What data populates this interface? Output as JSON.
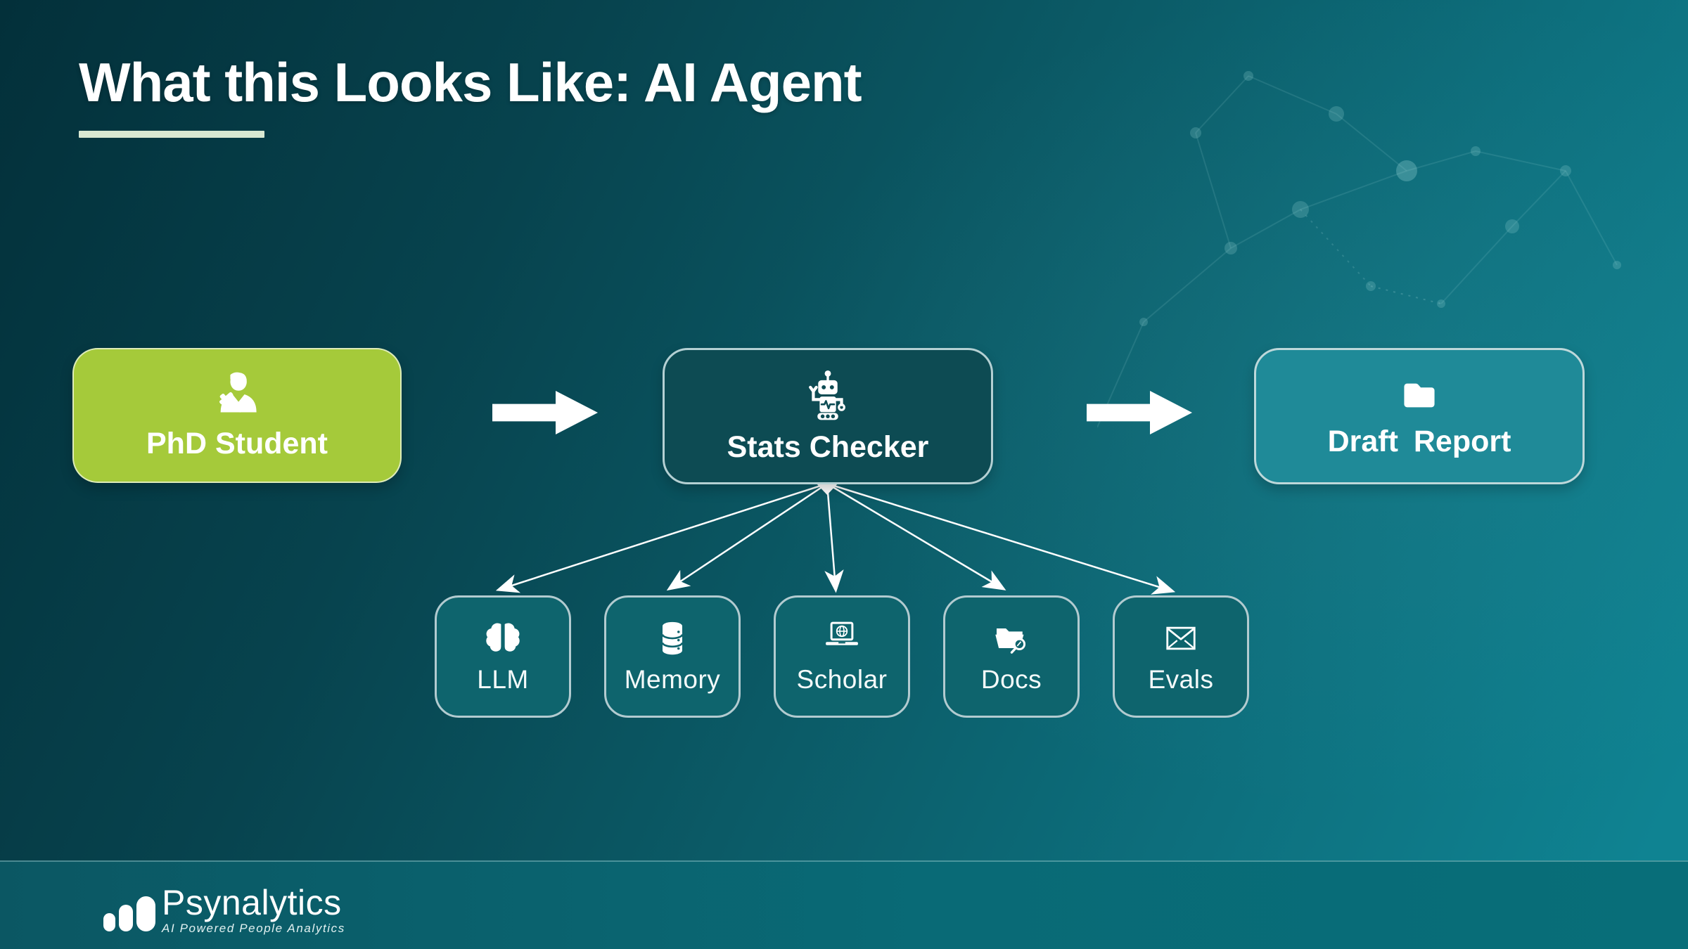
{
  "slide": {
    "title": "What this Looks Like: AI Agent"
  },
  "flow": {
    "nodes": [
      {
        "label": "PhD Student",
        "icon": "person-icon"
      },
      {
        "label": "Stats Checker",
        "icon": "robot-icon"
      },
      {
        "label": "Draft Report",
        "icon": "folder-icon"
      }
    ]
  },
  "tools": [
    {
      "label": "LLM",
      "icon": "brain-icon"
    },
    {
      "label": "Memory",
      "icon": "database-icon"
    },
    {
      "label": "Scholar",
      "icon": "laptop-globe-icon"
    },
    {
      "label": "Docs",
      "icon": "folder-search-icon"
    },
    {
      "label": "Evals",
      "icon": "envelope-icon"
    }
  ],
  "footer": {
    "logo_text": "Psynalytics",
    "tagline": "AI Powered People Analytics"
  },
  "colors": {
    "background_dark": "#03303a",
    "background_light": "#0f8392",
    "phd_green": "#a5ca3a",
    "stats_teal": "#0d4b53",
    "draft_teal": "#1f8a98",
    "tool_fill": "#0e646d",
    "card_border": "#b2cbd0",
    "title_underline": "#d9e8d2",
    "arrow": "#ffffff"
  }
}
